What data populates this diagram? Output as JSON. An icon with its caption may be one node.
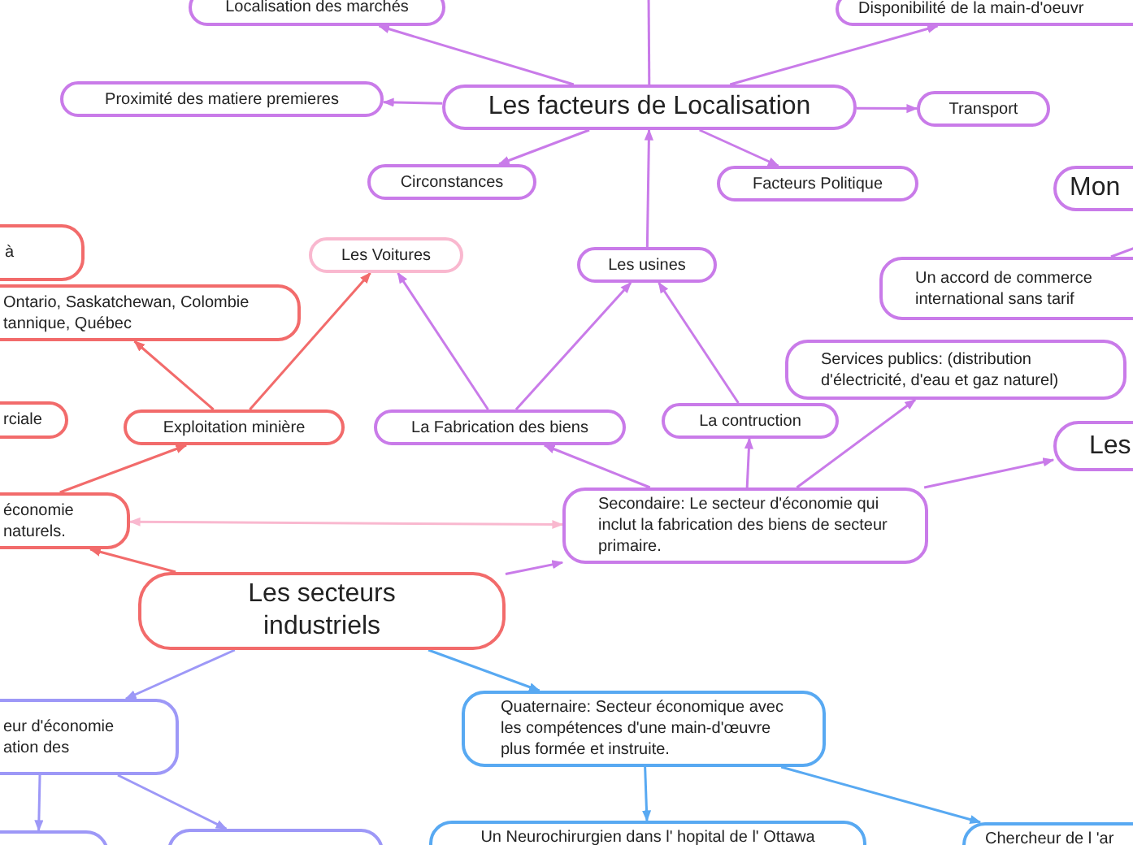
{
  "diagram": {
    "nodes": [
      {
        "text": [
          "Localisation des marchés"
        ]
      },
      {
        "text": [
          "Disponibilité de la main-d'oeuvr"
        ]
      },
      {
        "text": [
          "Les facteurs de Localisation"
        ]
      },
      {
        "text": [
          "Proximité des matiere premieres"
        ]
      },
      {
        "text": [
          "Transport"
        ]
      },
      {
        "text": [
          "Circonstances"
        ]
      },
      {
        "text": [
          "Facteurs Politique"
        ]
      },
      {
        "text": [
          "Mon"
        ]
      },
      {
        "text": [
          "à"
        ]
      },
      {
        "text": [
          "Les Voitures"
        ]
      },
      {
        "text": [
          "Les usines"
        ]
      },
      {
        "text": [
          "Un accord de commerce international sans tarif"
        ]
      },
      {
        "text": [
          "Ontario, Saskatchewan, Colombie tannique, Québec"
        ]
      },
      {
        "text": [
          "Services publics: (distribution d'électricité, d'eau et gaz naturel)"
        ]
      },
      {
        "text": [
          "rciale"
        ]
      },
      {
        "text": [
          "Exploitation minière"
        ]
      },
      {
        "text": [
          "La Fabrication des biens"
        ]
      },
      {
        "text": [
          "La contruction"
        ]
      },
      {
        "text": [
          "Les"
        ]
      },
      {
        "text": [
          "économie naturels."
        ]
      },
      {
        "text": [
          "Secondaire: Le secteur d'économie qui inclut la fabrication des biens de secteur primaire."
        ]
      },
      {
        "text": [
          "Les secteurs industriels"
        ]
      },
      {
        "text": [
          "eur d'économie ation des"
        ]
      },
      {
        "text": [
          "Quaternaire: Secteur économique avec les compétences d'une main-d'œuvre plus formée et instruite."
        ]
      },
      {
        "text": [],
        "shape": "box"
      },
      {
        "text": [],
        "shape": "box"
      },
      {
        "text": [
          "Un Neurochirurgien dans l' hopital de l' Ottawa"
        ]
      },
      {
        "text": [
          "Chercheur de l 'ar"
        ]
      }
    ],
    "edges": [
      {
        "from": 2,
        "to": 0,
        "arrow": "to"
      },
      {
        "from": 2,
        "to": 1,
        "arrow": "to"
      },
      {
        "from": 2,
        "to": 3,
        "arrow": "to"
      },
      {
        "from": 2,
        "to": 4,
        "arrow": "to"
      },
      {
        "from": 2,
        "to": 5,
        "arrow": "to"
      },
      {
        "from": 2,
        "to": 6,
        "arrow": "to"
      },
      {
        "from": 2,
        "to": null,
        "arrow": "none"
      },
      {
        "from": 10,
        "to": 2,
        "arrow": "to"
      },
      {
        "from": 11,
        "to": null,
        "arrow": "none"
      },
      {
        "from": 15,
        "to": 9,
        "arrow": "to",
        "color": "#f26b6b"
      },
      {
        "from": 15,
        "to": 12,
        "arrow": "to",
        "color": "#f26b6b"
      },
      {
        "from": 16,
        "to": 9,
        "arrow": "to"
      },
      {
        "from": 16,
        "to": 10,
        "arrow": "to"
      },
      {
        "from": 17,
        "to": 10,
        "arrow": "to"
      },
      {
        "from": 20,
        "to": 16,
        "arrow": "to"
      },
      {
        "from": 20,
        "to": 17,
        "arrow": "to"
      },
      {
        "from": 20,
        "to": 13,
        "arrow": "to"
      },
      {
        "from": 20,
        "to": 18,
        "arrow": "to"
      },
      {
        "from": 20,
        "to": 19,
        "arrow": "both",
        "color": "#f9b8cf"
      },
      {
        "from": 19,
        "to": 15,
        "arrow": "to",
        "color": "#f26b6b"
      },
      {
        "from": 21,
        "to": 19,
        "arrow": "to",
        "color": "#f26b6b"
      },
      {
        "from": 21,
        "to": 20,
        "arrow": "to"
      },
      {
        "from": 21,
        "to": 22,
        "arrow": "to",
        "color": "#9d98f7"
      },
      {
        "from": 21,
        "to": 23,
        "arrow": "to",
        "color": "#58a9f2"
      },
      {
        "from": 22,
        "to": 24,
        "arrow": "to",
        "color": "#9d98f7"
      },
      {
        "from": 22,
        "to": 25,
        "arrow": "to",
        "color": "#9d98f7"
      },
      {
        "from": 23,
        "to": 26,
        "arrow": "to",
        "color": "#58a9f2"
      },
      {
        "from": 23,
        "to": 27,
        "arrow": "to",
        "color": "#58a9f2"
      }
    ]
  }
}
